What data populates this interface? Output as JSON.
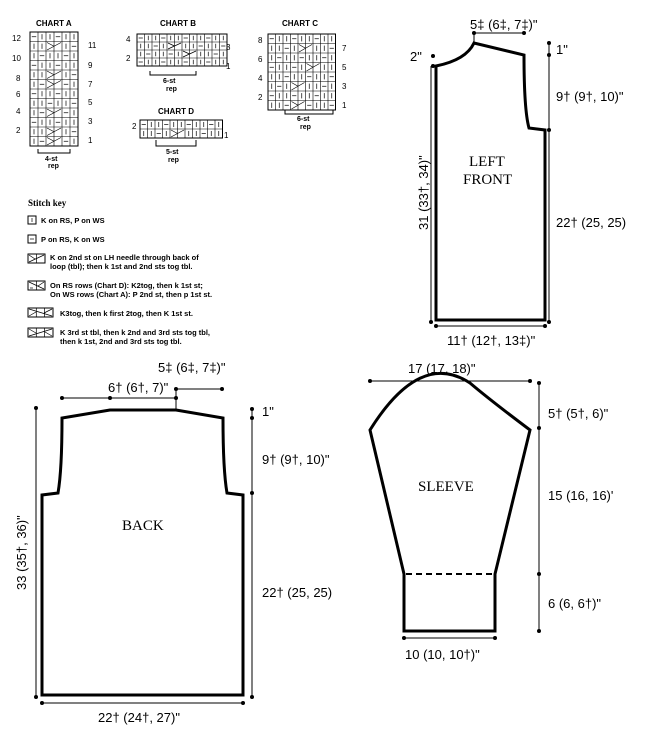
{
  "charts": {
    "chart_a": {
      "title": "CHART A",
      "left_rows": [
        "12",
        "10",
        "8",
        "6",
        "4",
        "2"
      ],
      "right_rows": [
        "11",
        "9",
        "7",
        "5",
        "3",
        "1"
      ],
      "rep": [
        "4-st",
        "rep"
      ]
    },
    "chart_b": {
      "title": "CHART B",
      "left_rows": [
        "4",
        "2"
      ],
      "right_rows": [
        "3",
        "1"
      ],
      "rep": [
        "6-st",
        "rep"
      ]
    },
    "chart_c": {
      "title": "CHART C",
      "left_rows": [
        "8",
        "6",
        "4",
        "2"
      ],
      "right_rows": [
        "7",
        "5",
        "3",
        "1"
      ],
      "rep": [
        "6-st",
        "rep"
      ]
    },
    "chart_d": {
      "title": "CHART D",
      "left_rows": [
        "2"
      ],
      "right_rows": [
        "1"
      ],
      "rep": [
        "5-st",
        "rep"
      ]
    }
  },
  "stitch_key": {
    "heading": "Stitch key",
    "items": [
      {
        "icon": "knit-bar-icon",
        "lines": [
          "K on RS, P on WS"
        ]
      },
      {
        "icon": "purl-dash-icon",
        "lines": [
          "P on RS, K on WS"
        ]
      },
      {
        "icon": "cross-2st-icon",
        "lines": [
          "K on 2nd st on LH needle through back of",
          "loop (tbl); then k 1st and 2nd sts tog tbl."
        ]
      },
      {
        "icon": "cross-2st-purl-icon",
        "lines": [
          "On RS rows (Chart D): K2tog, then k 1st st;",
          "On WS rows (Chart A): P 2nd st, then p 1st st."
        ]
      },
      {
        "icon": "cross-3st-icon",
        "lines": [
          "K3tog, then k first 2tog, then K 1st st."
        ]
      },
      {
        "icon": "cross-3st-tbl-icon",
        "lines": [
          "K  3rd st tbl, then k 2nd and 3rd sts tog tbl,",
          "then k 1st, 2nd and 3rd sts tog tbl."
        ]
      }
    ]
  },
  "left_front": {
    "label_line1": "LEFT",
    "label_line2": "FRONT",
    "neck_width": "5‡ (6‡, 7‡)\"",
    "shoulder_drop": "1\"",
    "neck_depth": "2\"",
    "armhole_depth": "9† (9†, 10)\"",
    "length": "31 (33†, 34)\"",
    "side_length": "22† (25, 25)",
    "bottom_width": "11† (12†, 13‡)\""
  },
  "back": {
    "label": "BACK",
    "neck_width": "5‡ (6‡, 7‡)\"",
    "shoulder_width": "6† (6†, 7)\"",
    "shoulder_drop": "1\"",
    "armhole_depth": "9† (9†, 10)\"",
    "length": "33 (35†, 36)\"",
    "side_length": "22† (25, 25)",
    "bottom_width": "22† (24†, 27)\""
  },
  "sleeve": {
    "label": "SLEEVE",
    "top_width": "17 (17, 18)\"",
    "cap_height": "5† (5†, 6)\"",
    "upper_length": "15 (16, 16)'",
    "cuff_length": "6 (6, 6†)\"",
    "cuff_width": "10 (10, 10†)\""
  }
}
